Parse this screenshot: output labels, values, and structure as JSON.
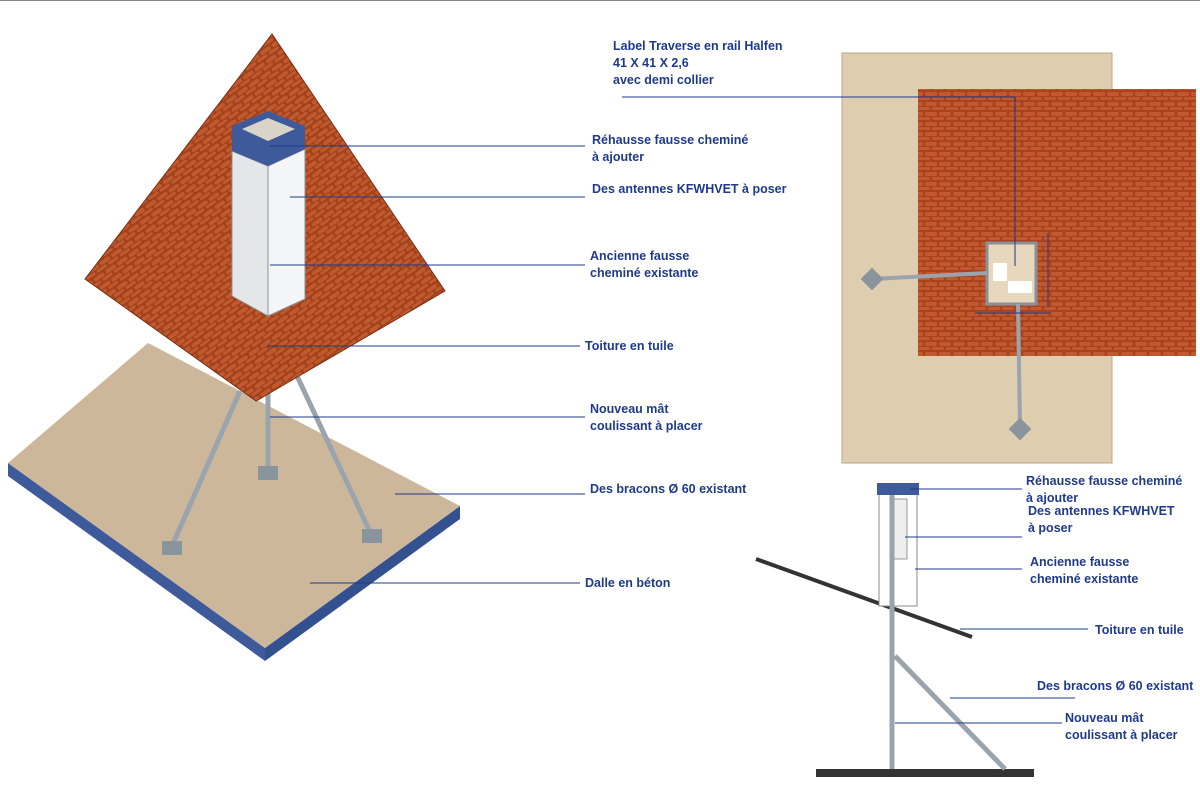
{
  "colors": {
    "label": "#1f3a8a",
    "roof": "#a8421f",
    "wood": "#d8c3a4",
    "slab_edge": "#3f5a9a"
  },
  "iso_view": {
    "labels": [
      "Réhausse fausse cheminé\nà ajouter",
      "Des antennes KFWHVET à poser",
      "Ancienne fausse\ncheminé existante",
      "Toiture en tuile",
      "Nouveau mât\ncoulissant à placer",
      "Des bracons Ø 60 existant",
      "Dalle en béton"
    ]
  },
  "plan_view": {
    "label": "Label Traverse en rail Halfen\n41 X 41 X 2,6\navec demi collier"
  },
  "section_view": {
    "labels": [
      "Réhausse fausse cheminé\nà ajouter",
      "Des antennes KFWHVET\nà poser",
      "Ancienne fausse\ncheminé existante",
      "Toiture en tuile",
      "Des bracons Ø 60 existant",
      "Nouveau mât\ncoulissant à placer"
    ]
  }
}
